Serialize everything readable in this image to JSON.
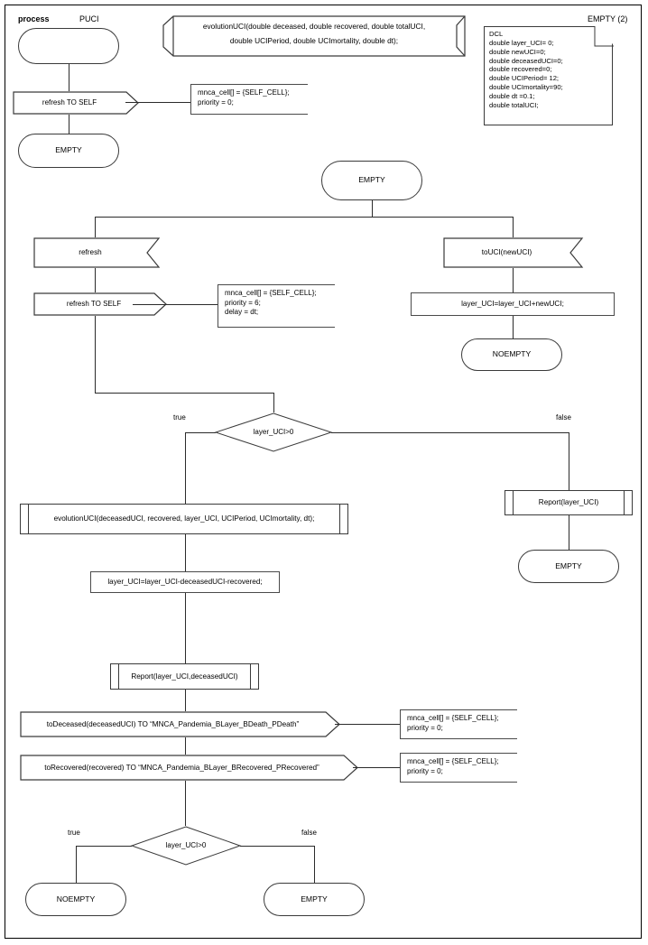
{
  "diagram": {
    "type": "SDL process diagram",
    "process_keyword": "process",
    "process_name": "PUCI",
    "start_state_label": "",
    "page_ref": "EMPTY (2)"
  },
  "procedure_decl": {
    "line1": "evolutionUCI(double deceased, double recovered, double totalUCI,",
    "line2": "double UCIPeriod, double UCImortality, double dt);"
  },
  "dcl_note": {
    "header": "DCL",
    "lines": [
      "double layer_UCI= 0;",
      "double newUCI=0;",
      "double deceasedUCI=0;",
      "double recovered=0;",
      "double UCIPeriod= 12;",
      "double UCImortality=90;",
      "double dt =0.1;",
      "double totalUCI;"
    ],
    "text": "DCL\ndouble layer_UCI= 0;\ndouble newUCI=0;\ndouble deceasedUCI=0;\ndouble recovered=0;\ndouble UCIPeriod= 12;\ndouble UCImortality=90;\ndouble dt =0.1;\ndouble totalUCI;"
  },
  "nodes": {
    "start_state": "",
    "init_output": "refresh TO SELF",
    "init_comment": "mnca_cell[] = {SELF_CELL};\npriority = 0;",
    "state_empty_top": "EMPTY",
    "state_empty_main": "EMPTY",
    "input_refresh": "refresh",
    "refresh_output": "refresh TO SELF",
    "refresh_comment": "mnca_cell[] = {SELF_CELL};\npriority = 6;\ndelay = dt;",
    "input_toUCI": "toUCI(newUCI)",
    "task_addUCI": "layer_UCI=layer_UCI+newUCI;",
    "state_noempty_right": "NOEMPTY",
    "decision_top": "layer_UCI>0",
    "decision_top_true": "true",
    "decision_top_false": "false",
    "call_evolutionUCI": "evolutionUCI(deceasedUCI, recovered, layer_UCI, UCIPeriod, UCImortality, dt);",
    "task_subtract": "layer_UCI=layer_UCI-deceasedUCI-recovered;",
    "call_report_pair": "Report(layer_UCI,deceasedUCI)",
    "call_report_single": "Report(layer_UCI)",
    "state_empty_false_branch": "EMPTY",
    "output_toDeceased": "toDeceased(deceasedUCI) TO “MNCA_Pandemia_BLayer_BDeath_PDeath”",
    "output_toDeceased_comment": "mnca_cell[] = {SELF_CELL};\npriority = 0;",
    "output_toRecovered": "toRecovered(recovered) TO “MNCA_Pandemia_BLayer_BRecovered_PRecovered”",
    "output_toRecovered_comment": "mnca_cell[] = {SELF_CELL};\npriority = 0;",
    "decision_bottom": "layer_UCI>0",
    "decision_bottom_true": "true",
    "decision_bottom_false": "false",
    "state_noempty_bottom": "NOEMPTY",
    "state_empty_bottom": "EMPTY"
  },
  "colors": {
    "line": "#2b2b2b",
    "shape_stroke": "#3a3a3a",
    "background": "#ffffff",
    "text": "#000000"
  }
}
